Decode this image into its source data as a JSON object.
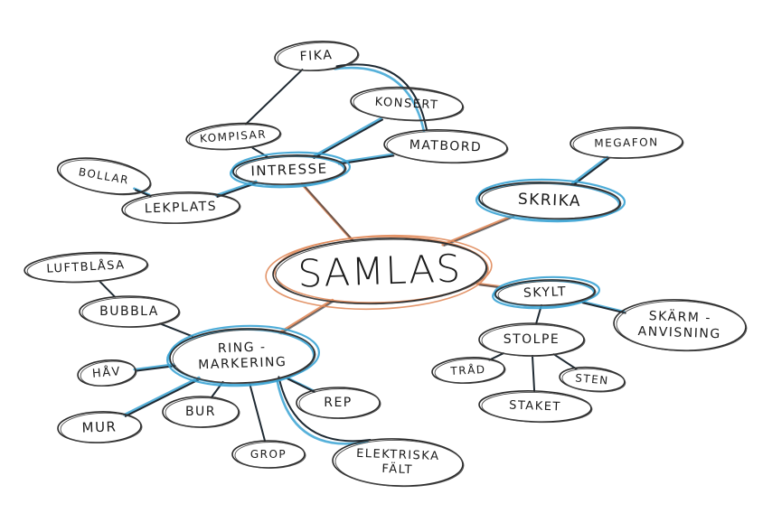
{
  "colors": {
    "ink": "#1b1b1b",
    "blue": "#3aa3d4",
    "orange": "#e08a5a"
  },
  "nodes": [
    {
      "id": "samlas",
      "label": "SAMLAS",
      "style": "center"
    },
    {
      "id": "intresse",
      "label": "INTRESSE",
      "style": "blue"
    },
    {
      "id": "fika",
      "label": "FIKA",
      "style": "plain"
    },
    {
      "id": "kompisar",
      "label": "KOMPISAR",
      "style": "plain"
    },
    {
      "id": "konsert",
      "label": "KONSERT",
      "style": "plain"
    },
    {
      "id": "matbord",
      "label": "MATBORD",
      "style": "plain"
    },
    {
      "id": "bollar",
      "label": "BOLLAR",
      "style": "plain"
    },
    {
      "id": "lekplats",
      "label": "LEKPLATS",
      "style": "plain"
    },
    {
      "id": "skrika",
      "label": "SKRIKA",
      "style": "blue"
    },
    {
      "id": "megafon",
      "label": "MEGAFON",
      "style": "plain"
    },
    {
      "id": "skylt",
      "label": "SKYLT",
      "style": "blue"
    },
    {
      "id": "skarm",
      "label": "SKÄRM -",
      "label2": "ANVISNING",
      "style": "plain"
    },
    {
      "id": "stolpe",
      "label": "STOLPE",
      "style": "plain"
    },
    {
      "id": "trad",
      "label": "TRÅD",
      "style": "plain"
    },
    {
      "id": "sten",
      "label": "STEN",
      "style": "plain"
    },
    {
      "id": "staket",
      "label": "STAKET",
      "style": "plain"
    },
    {
      "id": "ring",
      "label": "RING -",
      "label2": "MARKERING",
      "style": "blue"
    },
    {
      "id": "luftblasa",
      "label": "LUFTBLÅSA",
      "style": "plain"
    },
    {
      "id": "bubbla",
      "label": "BUBBLA",
      "style": "plain"
    },
    {
      "id": "hav",
      "label": "HÅV",
      "style": "plain"
    },
    {
      "id": "mur",
      "label": "MUR",
      "style": "plain"
    },
    {
      "id": "bur",
      "label": "BUR",
      "style": "plain"
    },
    {
      "id": "grop",
      "label": "GROP",
      "style": "plain"
    },
    {
      "id": "rep",
      "label": "REP",
      "style": "plain"
    },
    {
      "id": "elektriska",
      "label": "ELEKTRISKA",
      "label2": "FÄLT",
      "style": "plain"
    }
  ],
  "edges": [
    {
      "from": "samlas",
      "to": "intresse",
      "style": "orange"
    },
    {
      "from": "samlas",
      "to": "skrika",
      "style": "orange"
    },
    {
      "from": "samlas",
      "to": "skylt",
      "style": "orange"
    },
    {
      "from": "samlas",
      "to": "ring",
      "style": "orange"
    },
    {
      "from": "intresse",
      "to": "kompisar",
      "style": "dark"
    },
    {
      "from": "kompisar",
      "to": "fika",
      "style": "dark"
    },
    {
      "from": "intresse",
      "to": "konsert",
      "style": "blue"
    },
    {
      "from": "intresse",
      "to": "matbord",
      "style": "blue"
    },
    {
      "from": "intresse",
      "to": "lekplats",
      "style": "blue"
    },
    {
      "from": "lekplats",
      "to": "bollar",
      "style": "blue"
    },
    {
      "from": "fika",
      "to": "matbord",
      "style": "blue-arc"
    },
    {
      "from": "skrika",
      "to": "megafon",
      "style": "blue"
    },
    {
      "from": "skylt",
      "to": "skarm",
      "style": "blue"
    },
    {
      "from": "skylt",
      "to": "stolpe",
      "style": "dark"
    },
    {
      "from": "stolpe",
      "to": "trad",
      "style": "dark"
    },
    {
      "from": "stolpe",
      "to": "sten",
      "style": "dark"
    },
    {
      "from": "stolpe",
      "to": "staket",
      "style": "dark"
    },
    {
      "from": "ring",
      "to": "bubbla",
      "style": "dark"
    },
    {
      "from": "bubbla",
      "to": "luftblasa",
      "style": "dark"
    },
    {
      "from": "ring",
      "to": "hav",
      "style": "blue"
    },
    {
      "from": "ring",
      "to": "mur",
      "style": "blue"
    },
    {
      "from": "ring",
      "to": "bur",
      "style": "dark"
    },
    {
      "from": "ring",
      "to": "grop",
      "style": "dark"
    },
    {
      "from": "ring",
      "to": "rep",
      "style": "blue"
    },
    {
      "from": "ring",
      "to": "elektriska",
      "style": "blue-arc"
    }
  ]
}
